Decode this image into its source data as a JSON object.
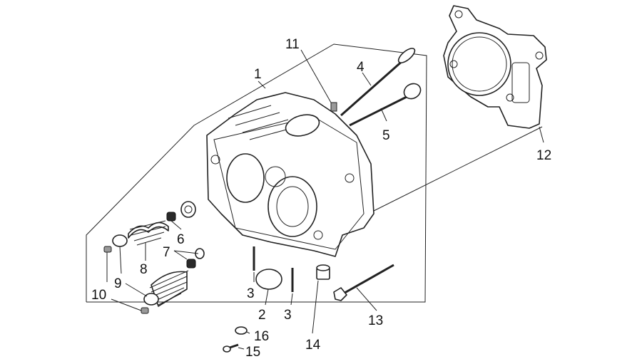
{
  "callouts": {
    "c1": "1",
    "c2": "2",
    "c3a": "3",
    "c3b": "3",
    "c4": "4",
    "c5": "5",
    "c6": "6",
    "c7": "7",
    "c8": "8",
    "c9": "9",
    "c10": "10",
    "c11": "11",
    "c12": "12",
    "c13": "13",
    "c14": "14",
    "c15": "15",
    "c16": "16"
  }
}
